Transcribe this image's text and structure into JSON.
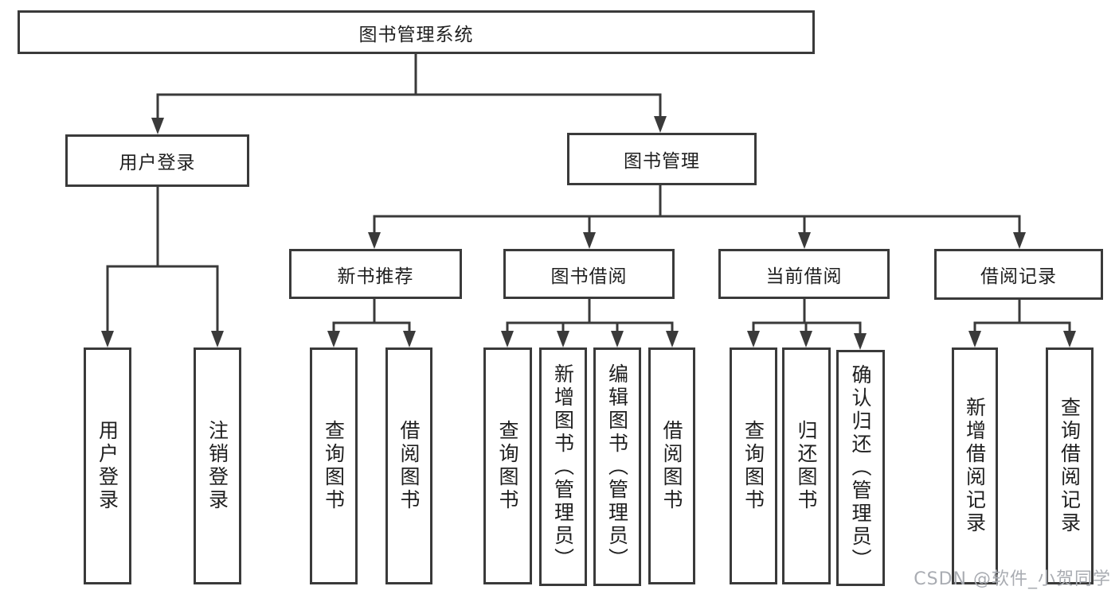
{
  "tree": {
    "root": {
      "label": "图书管理系统"
    },
    "branches": [
      {
        "label": "用户登录",
        "children": [
          {
            "label": "用户登录"
          },
          {
            "label": "注销登录"
          }
        ]
      },
      {
        "label": "图书管理",
        "sections": [
          {
            "label": "新书推荐",
            "children": [
              {
                "label": "查询图书"
              },
              {
                "label": "借阅图书"
              }
            ]
          },
          {
            "label": "图书借阅",
            "children": [
              {
                "label": "查询图书"
              },
              {
                "label": "新增图书（管理员）"
              },
              {
                "label": "编辑图书（管理员）"
              },
              {
                "label": "借阅图书"
              }
            ]
          },
          {
            "label": "当前借阅",
            "children": [
              {
                "label": "查询图书"
              },
              {
                "label": "归还图书"
              },
              {
                "label": "确认归还（管理员）"
              }
            ]
          },
          {
            "label": "借阅记录",
            "children": [
              {
                "label": "新增借阅记录"
              },
              {
                "label": "查询借阅记录"
              }
            ]
          }
        ]
      }
    ]
  },
  "watermark": {
    "text": "CSDN @软件_小贺同学"
  },
  "colors": {
    "line": "#3a3a3a",
    "text": "#1f1f1f",
    "watermark": "#a9acb2",
    "background": "#ffffff"
  }
}
